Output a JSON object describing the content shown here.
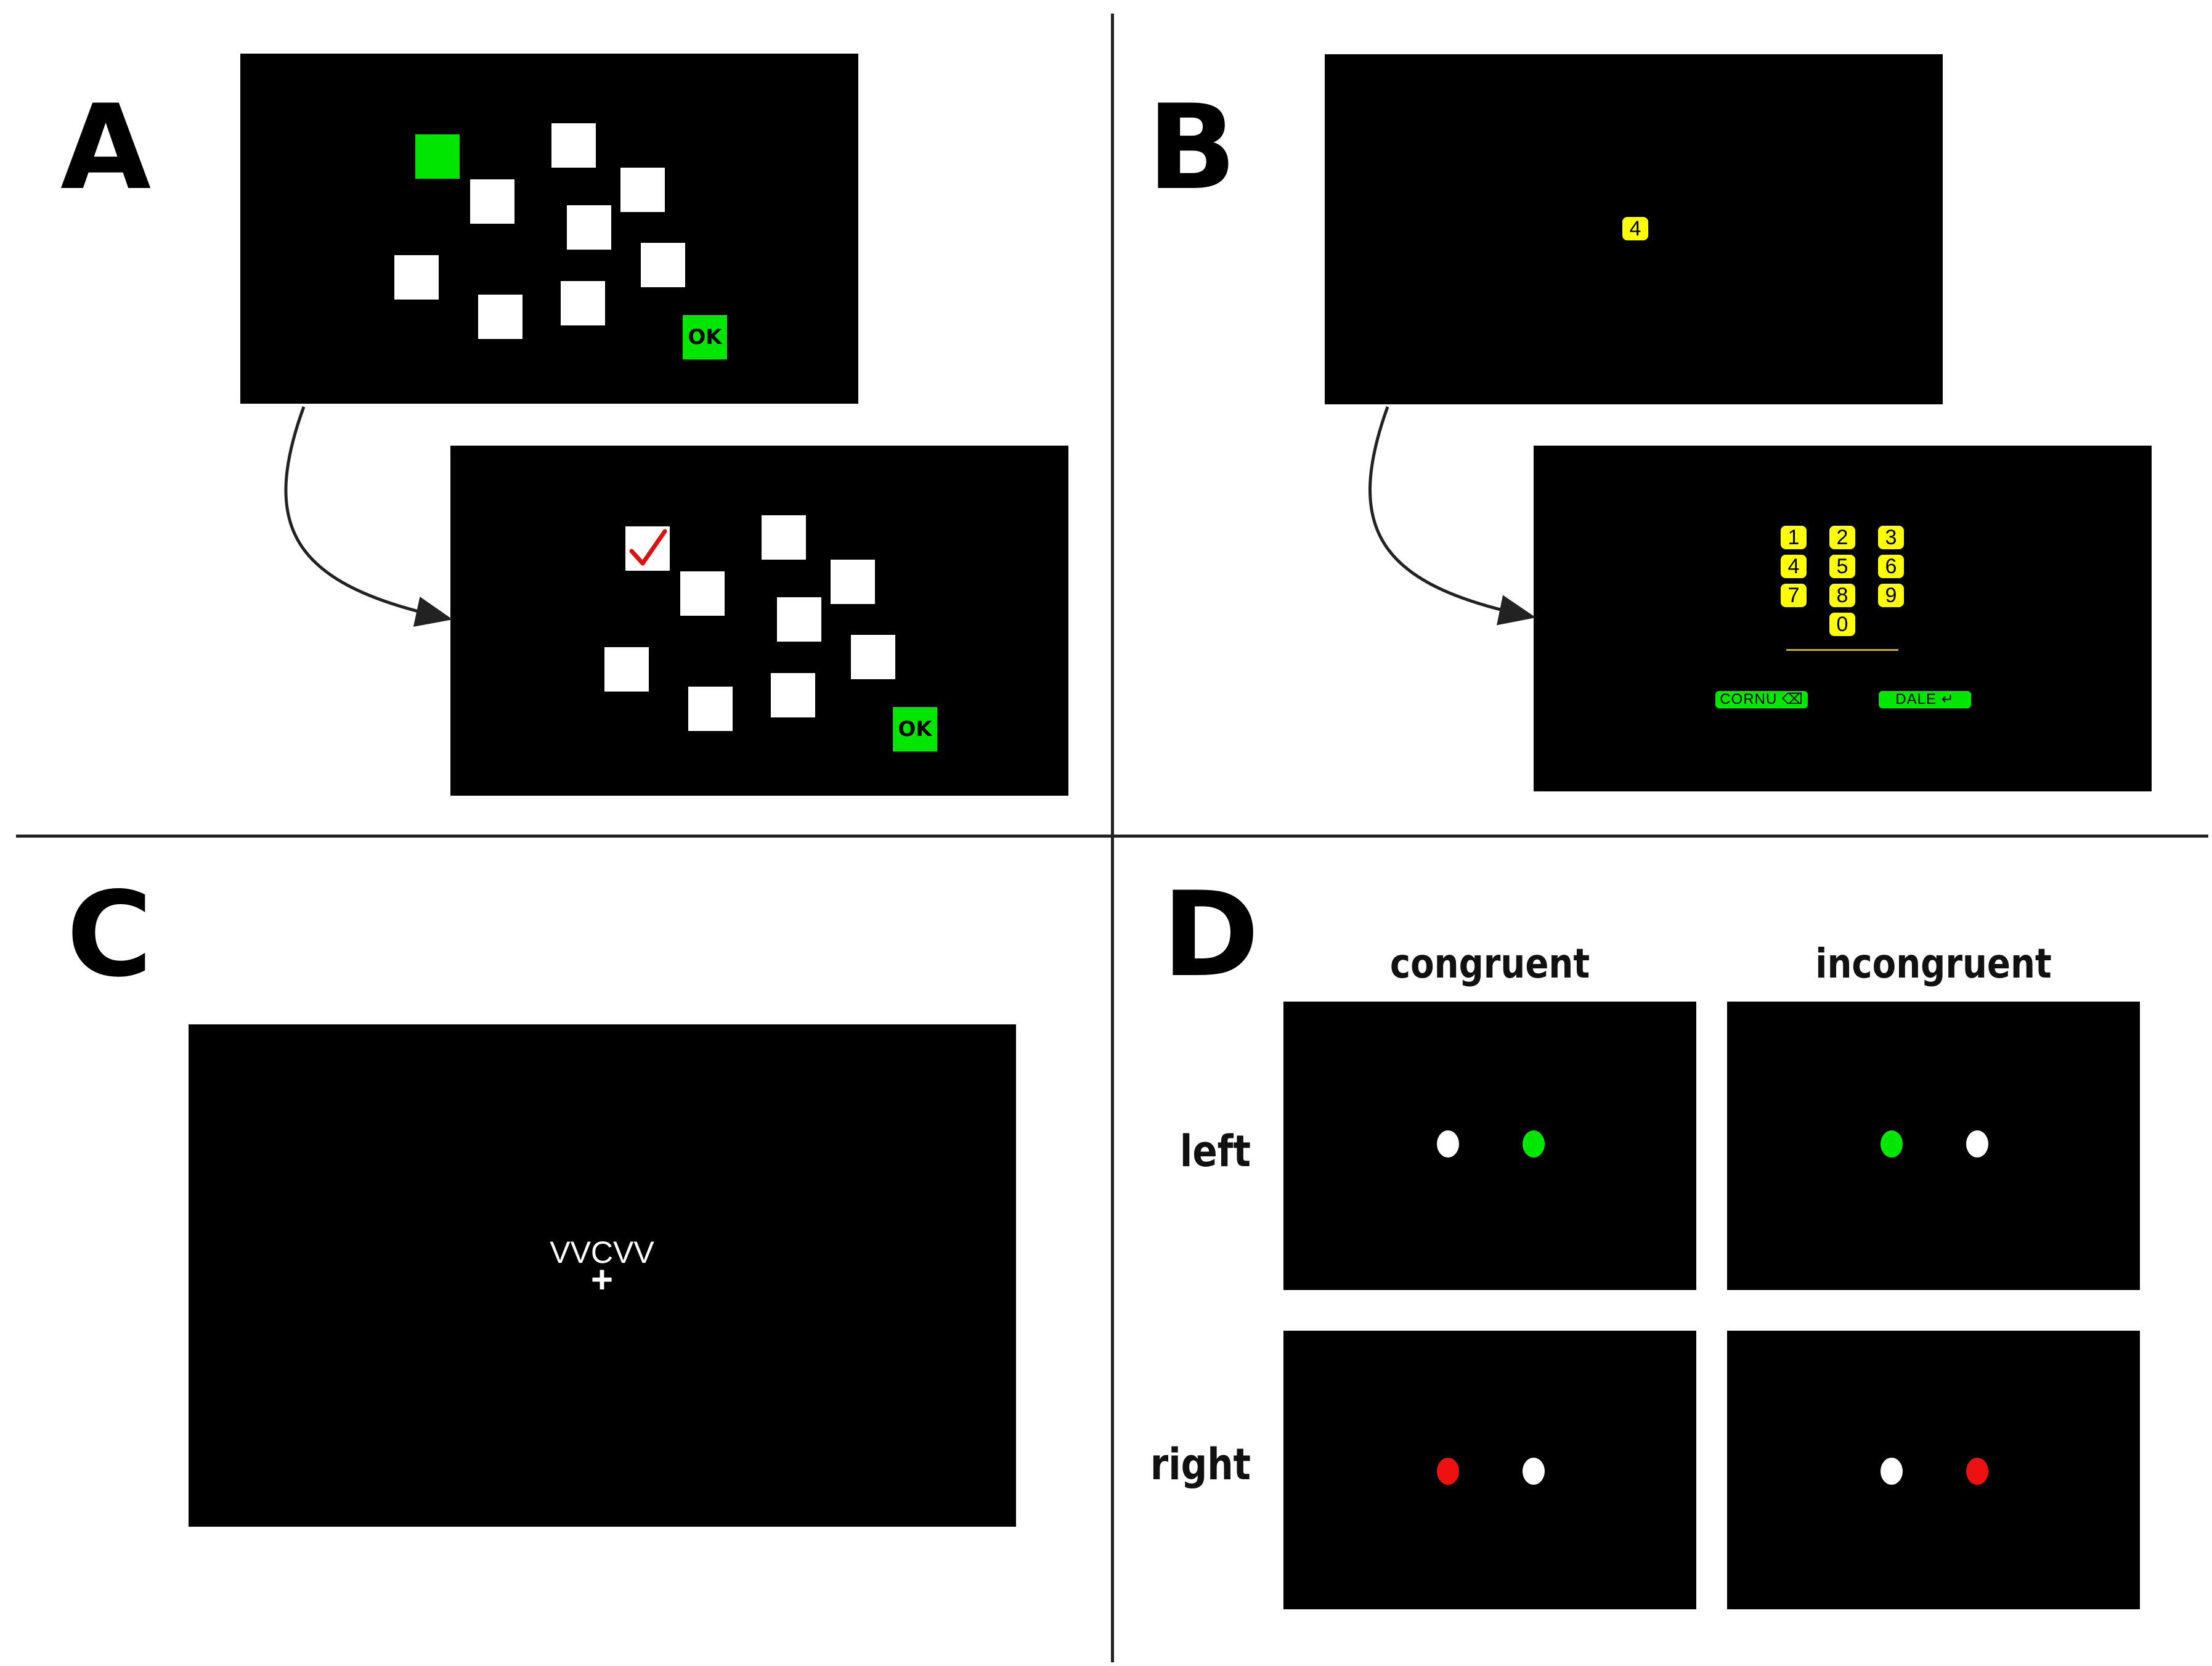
{
  "panels": {
    "a": {
      "letter": "A",
      "ok_label": "OK"
    },
    "b": {
      "letter": "B",
      "shown_digit": "4",
      "keypad": [
        "1",
        "2",
        "3",
        "4",
        "5",
        "6",
        "7",
        "8",
        "9",
        "0"
      ],
      "left_button": "CORNU ⌫",
      "right_button": "DALE ↵"
    },
    "c": {
      "letter": "C",
      "stimulus": "VVCVV",
      "fixation": "+"
    },
    "d": {
      "letter": "D",
      "columns": [
        "congruent",
        "incongruent"
      ],
      "rows": [
        "left",
        "right"
      ]
    }
  },
  "colors": {
    "screen": "#000000",
    "green": "#00e600",
    "yellow": "#ffff00",
    "red": "#ee1111",
    "check": "#dd1111",
    "white": "#ffffff"
  }
}
